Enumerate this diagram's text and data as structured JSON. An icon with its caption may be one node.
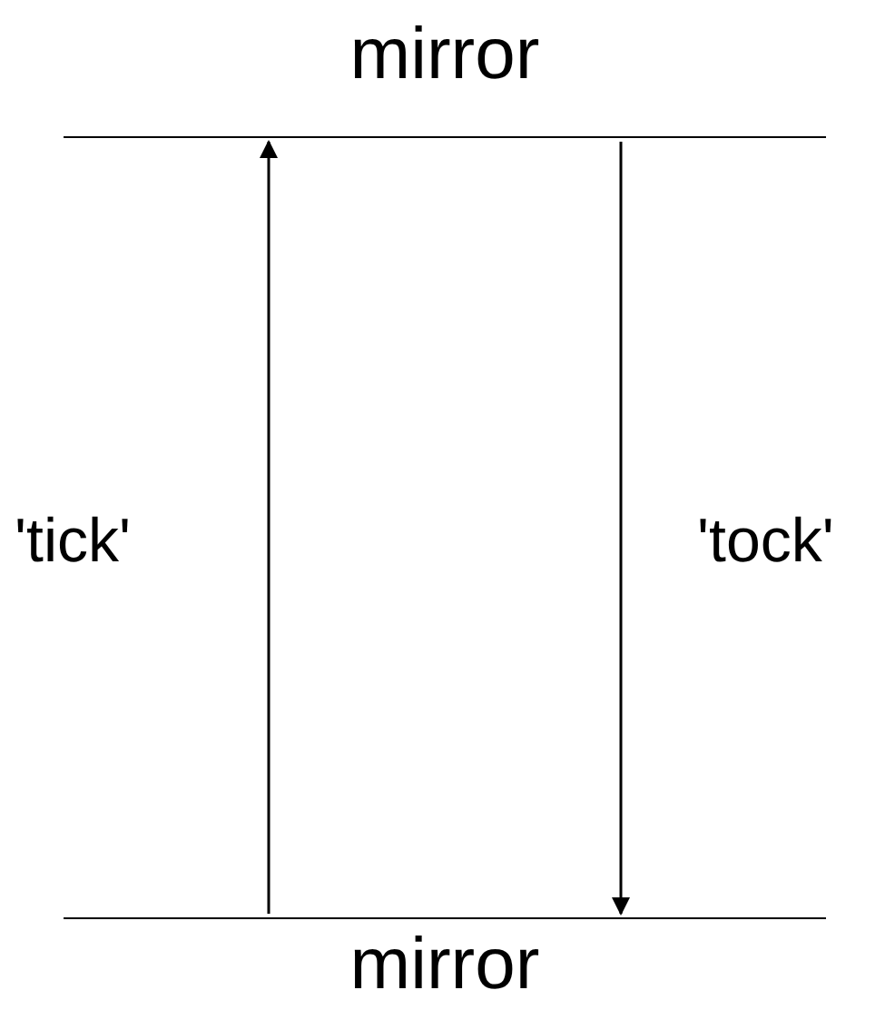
{
  "diagram": {
    "nodes": [
      {
        "text": [
          "mirror"
        ]
      },
      {
        "text": [
          "mirror"
        ]
      }
    ],
    "edges": [
      {
        "from": 1,
        "to": 0,
        "arrow": "to",
        "label": "'tick'"
      },
      {
        "from": 0,
        "to": 1,
        "arrow": "to",
        "label": "'tock'"
      }
    ]
  }
}
